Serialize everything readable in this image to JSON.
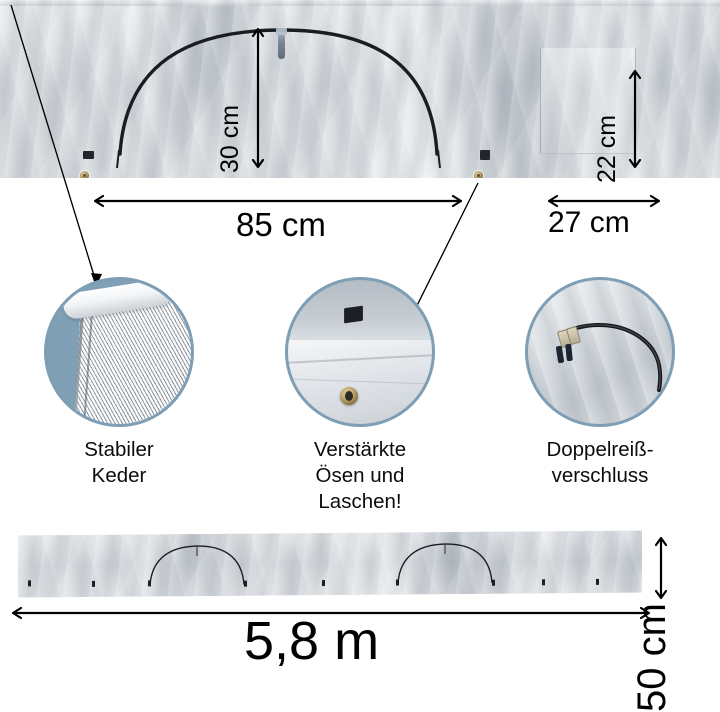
{
  "page": {
    "title": "Seitenwand Maßangaben",
    "language": "de",
    "background_color": "#ffffff",
    "accent_color": "#7fa0b5"
  },
  "top_photo": {
    "name": "side-panel-front-view",
    "description": "Graue Seitenwand mit Bogen-Reißverschluss, Ösen und Laschen"
  },
  "bottom_photo": {
    "name": "side-panel-full-length-view",
    "description": "Gesamte Seitenwand in voller Länge"
  },
  "dimensions": {
    "arch_height": {
      "value": "30 cm",
      "orientation": "vertical",
      "label": "30 cm"
    },
    "pocket_height": {
      "value": "22 cm",
      "orientation": "vertical",
      "label": "22 cm"
    },
    "eyelet_spacing": {
      "value": "85 cm",
      "orientation": "horizontal",
      "label": "85 cm"
    },
    "edge_distance": {
      "value": "27 cm",
      "orientation": "horizontal",
      "label": "27 cm"
    },
    "total_length": {
      "value": "5,8 m",
      "orientation": "horizontal",
      "label": "5,8 m"
    },
    "total_height": {
      "value": "50 cm",
      "orientation": "vertical",
      "label": "50 cm"
    }
  },
  "features": [
    {
      "id": "keder",
      "caption": "Stabiler\nKeder",
      "icon": "fabric-piping-icon",
      "circle_color": "#7fa0b5"
    },
    {
      "id": "oesen",
      "caption": "Verstärkte\nÖsen und Laschen!",
      "icon": "grommet-icon",
      "circle_color": "#7fa0b5"
    },
    {
      "id": "zipper",
      "caption": "Doppelreiß-\nverschluss",
      "icon": "double-zipper-icon",
      "circle_color": "#7fa0b5"
    }
  ]
}
